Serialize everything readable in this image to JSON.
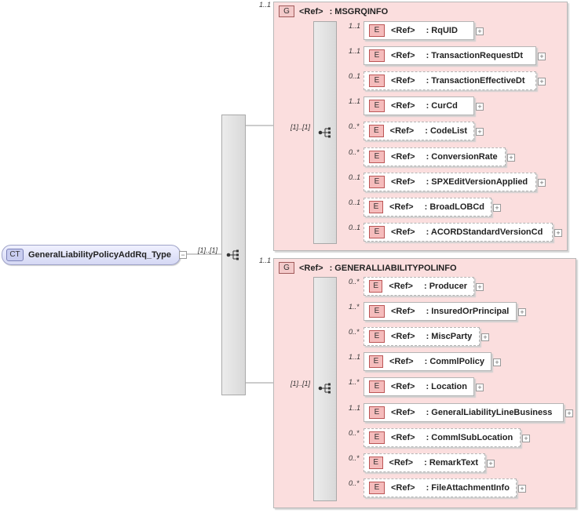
{
  "root": {
    "badge": "CT",
    "name": "GeneralLiabilityPolicyAddRq_Type",
    "cardinality": "[1]..[1]"
  },
  "groups": [
    {
      "badge": "G",
      "ref": "<Ref>",
      "name": ": MSGRQINFO",
      "cardinality": "1..1",
      "seq_cardinality": "[1]..[1]",
      "elements": [
        {
          "badge": "E",
          "ref": "<Ref>",
          "name": ": RqUID",
          "cardinality": "1..1"
        },
        {
          "badge": "E",
          "ref": "<Ref>",
          "name": ": TransactionRequestDt",
          "cardinality": "1..1"
        },
        {
          "badge": "E",
          "ref": "<Ref>",
          "name": ": TransactionEffectiveDt",
          "cardinality": "0..1"
        },
        {
          "badge": "E",
          "ref": "<Ref>",
          "name": ": CurCd",
          "cardinality": "1..1"
        },
        {
          "badge": "E",
          "ref": "<Ref>",
          "name": ": CodeList",
          "cardinality": "0..*"
        },
        {
          "badge": "E",
          "ref": "<Ref>",
          "name": ": ConversionRate",
          "cardinality": "0..*"
        },
        {
          "badge": "E",
          "ref": "<Ref>",
          "name": ": SPXEditVersionApplied",
          "cardinality": "0..1"
        },
        {
          "badge": "E",
          "ref": "<Ref>",
          "name": ": BroadLOBCd",
          "cardinality": "0..1"
        },
        {
          "badge": "E",
          "ref": "<Ref>",
          "name": ": ACORDStandardVersionCd",
          "cardinality": "0..1"
        }
      ]
    },
    {
      "badge": "G",
      "ref": "<Ref>",
      "name": ": GENERALLIABILITYPOLINFO",
      "cardinality": "1..1",
      "seq_cardinality": "[1]..[1]",
      "elements": [
        {
          "badge": "E",
          "ref": "<Ref>",
          "name": ": Producer",
          "cardinality": "0..*"
        },
        {
          "badge": "E",
          "ref": "<Ref>",
          "name": ": InsuredOrPrincipal",
          "cardinality": "1..*"
        },
        {
          "badge": "E",
          "ref": "<Ref>",
          "name": ": MiscParty",
          "cardinality": "0..*"
        },
        {
          "badge": "E",
          "ref": "<Ref>",
          "name": ": CommlPolicy",
          "cardinality": "1..1"
        },
        {
          "badge": "E",
          "ref": "<Ref>",
          "name": ": Location",
          "cardinality": "1..*"
        },
        {
          "badge": "E",
          "ref": "<Ref>",
          "name": ": GeneralLiabilityLineBusiness",
          "cardinality": "1..1"
        },
        {
          "badge": "E",
          "ref": "<Ref>",
          "name": ": CommlSubLocation",
          "cardinality": "0..*"
        },
        {
          "badge": "E",
          "ref": "<Ref>",
          "name": ": RemarkText",
          "cardinality": "0..*"
        },
        {
          "badge": "E",
          "ref": "<Ref>",
          "name": ": FileAttachmentInfo",
          "cardinality": "0..*"
        }
      ]
    }
  ]
}
